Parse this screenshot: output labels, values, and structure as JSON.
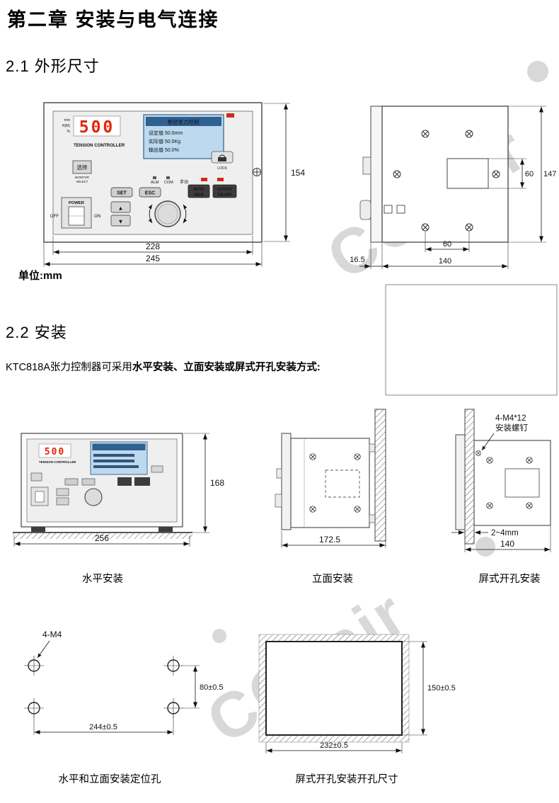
{
  "page": {
    "chapter_title": "第二章  安装与电气连接",
    "section1_title": "2.1 外形尺寸",
    "section2_title": "2.2 安装",
    "unit_note": "单位:mm",
    "intro_normal": "KTC818A张力控制器可采用",
    "intro_bold": "水平安装、立面安装或屏式开孔安装方式:",
    "watermark": "CCLair"
  },
  "panel": {
    "brand": "TENSION CONTROLLER",
    "display_value": "500",
    "unit_labels": [
      "mm",
      "N(M)",
      "%"
    ],
    "lcd_title": "卷径张力控制",
    "lcd_line1": "设定值  50.0mm",
    "lcd_line2": "实际值  50.0Kg",
    "lcd_line3": "输出值  50.0%",
    "select_btn": "选择",
    "select_caption1": "MONITOR",
    "select_caption2": "SELECT",
    "lock_label": "LOCK",
    "alm_label": "ALM",
    "com_label": "COM",
    "manual_label": "手动",
    "set_btn": "SET",
    "esc_btn": "ESC",
    "auto_btn1": "AUTO",
    "auto_btn2": "MAN",
    "output_btn1": "OUTPUT",
    "output_btn2": "ON-OFF",
    "power_label": "POWER",
    "off_label": "OFF",
    "on_label": "ON",
    "up_glyph": "▲",
    "down_glyph": "▼"
  },
  "front_dims": {
    "height": "154",
    "inner_width": "228",
    "outer_width": "245"
  },
  "rear_dims": {
    "window_height": "60",
    "total_height": "147",
    "side_depth": "16.5",
    "screw_span": "60",
    "width": "140"
  },
  "installs": {
    "horizontal": {
      "caption": "水平安装",
      "width": "256",
      "height": "168"
    },
    "vertical": {
      "caption": "立面安装",
      "width": "172.5"
    },
    "panel": {
      "caption": "屏式开孔安装",
      "width": "140",
      "screw_note_line1": "4-M4*12",
      "screw_note_line2": "安装螺钉",
      "gap_note": "2~4mm"
    }
  },
  "holes_drawing": {
    "caption": "水平和立面安装定位孔",
    "screw_label": "4-M4",
    "vertical_dim": "80±0.5",
    "horizontal_dim": "244±0.5"
  },
  "cutout_drawing": {
    "caption": "屏式开孔安装开孔尺寸",
    "vertical_dim": "150±0.5",
    "horizontal_dim": "232±0.5"
  }
}
